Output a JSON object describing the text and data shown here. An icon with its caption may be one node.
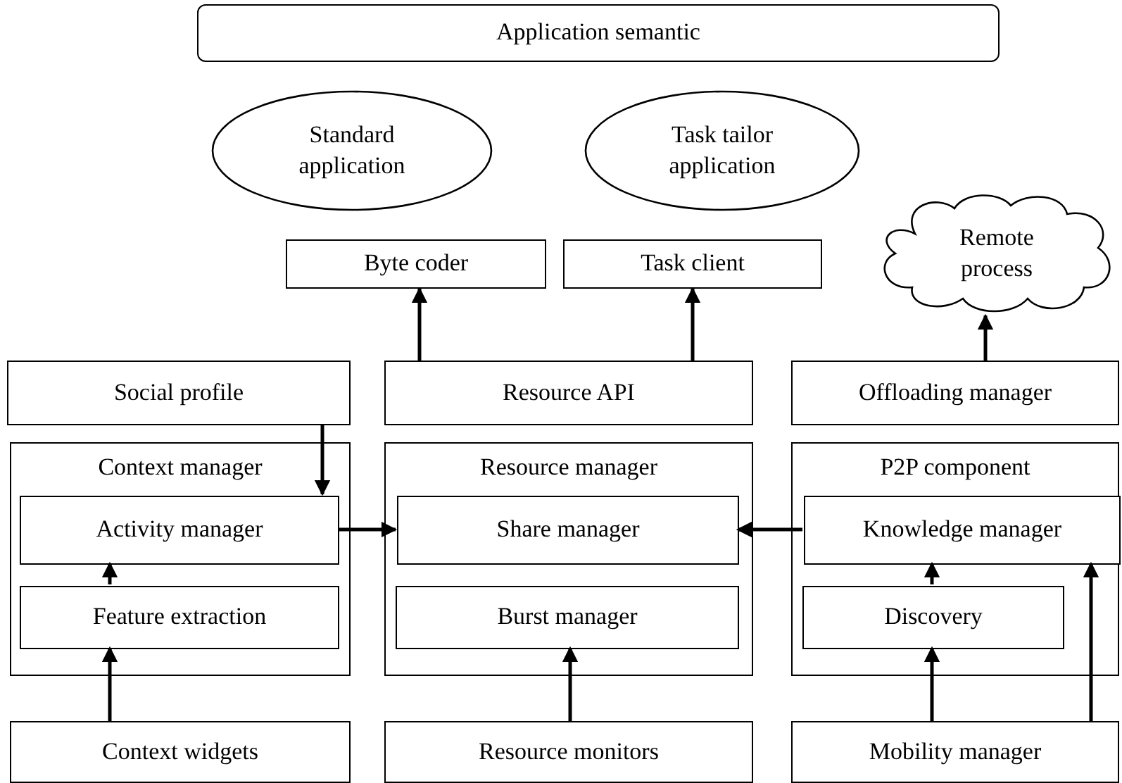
{
  "diagram": {
    "nodes": [
      {
        "text": [
          "Application semantic"
        ]
      },
      {
        "text": [
          "Standard application"
        ]
      },
      {
        "text": [
          "Task tailor application"
        ]
      },
      {
        "text": [
          "Byte coder"
        ]
      },
      {
        "text": [
          "Task client"
        ]
      },
      {
        "text": [
          "Remote process"
        ]
      },
      {
        "text": [
          "Social profile"
        ]
      },
      {
        "text": [
          "Resource API"
        ]
      },
      {
        "text": [
          "Offloading manager"
        ]
      },
      {
        "text": [
          "Context manager"
        ]
      },
      {
        "text": [
          "Activity manager"
        ],
        "in": 9
      },
      {
        "text": [
          "Feature extraction"
        ],
        "in": 9
      },
      {
        "text": [
          "Resource manager"
        ]
      },
      {
        "text": [
          "Share manager"
        ],
        "in": 12
      },
      {
        "text": [
          "Burst manager"
        ],
        "in": 12
      },
      {
        "text": [
          "P2P component"
        ]
      },
      {
        "text": [
          "Knowledge manager"
        ],
        "in": 15
      },
      {
        "text": [
          "Discovery"
        ],
        "in": 15
      },
      {
        "text": [
          "Context widgets"
        ]
      },
      {
        "text": [
          "Resource monitors"
        ]
      },
      {
        "text": [
          "Mobility manager"
        ]
      }
    ],
    "edges": [
      {
        "from": 7,
        "to": 3,
        "arrow": "to"
      },
      {
        "from": 7,
        "to": 4,
        "arrow": "to"
      },
      {
        "from": 8,
        "to": 5,
        "arrow": "to"
      },
      {
        "from": 6,
        "to": 10,
        "arrow": "to"
      },
      {
        "from": 10,
        "to": 13,
        "arrow": "to"
      },
      {
        "from": 16,
        "to": 13,
        "arrow": "to"
      },
      {
        "from": 11,
        "to": 10,
        "arrow": "to"
      },
      {
        "from": 18,
        "to": 11,
        "arrow": "to"
      },
      {
        "from": 19,
        "to": 14,
        "arrow": "to"
      },
      {
        "from": 17,
        "to": 16,
        "arrow": "to"
      },
      {
        "from": 20,
        "to": 17,
        "arrow": "to"
      },
      {
        "from": 20,
        "to": 16,
        "arrow": "to"
      }
    ]
  }
}
